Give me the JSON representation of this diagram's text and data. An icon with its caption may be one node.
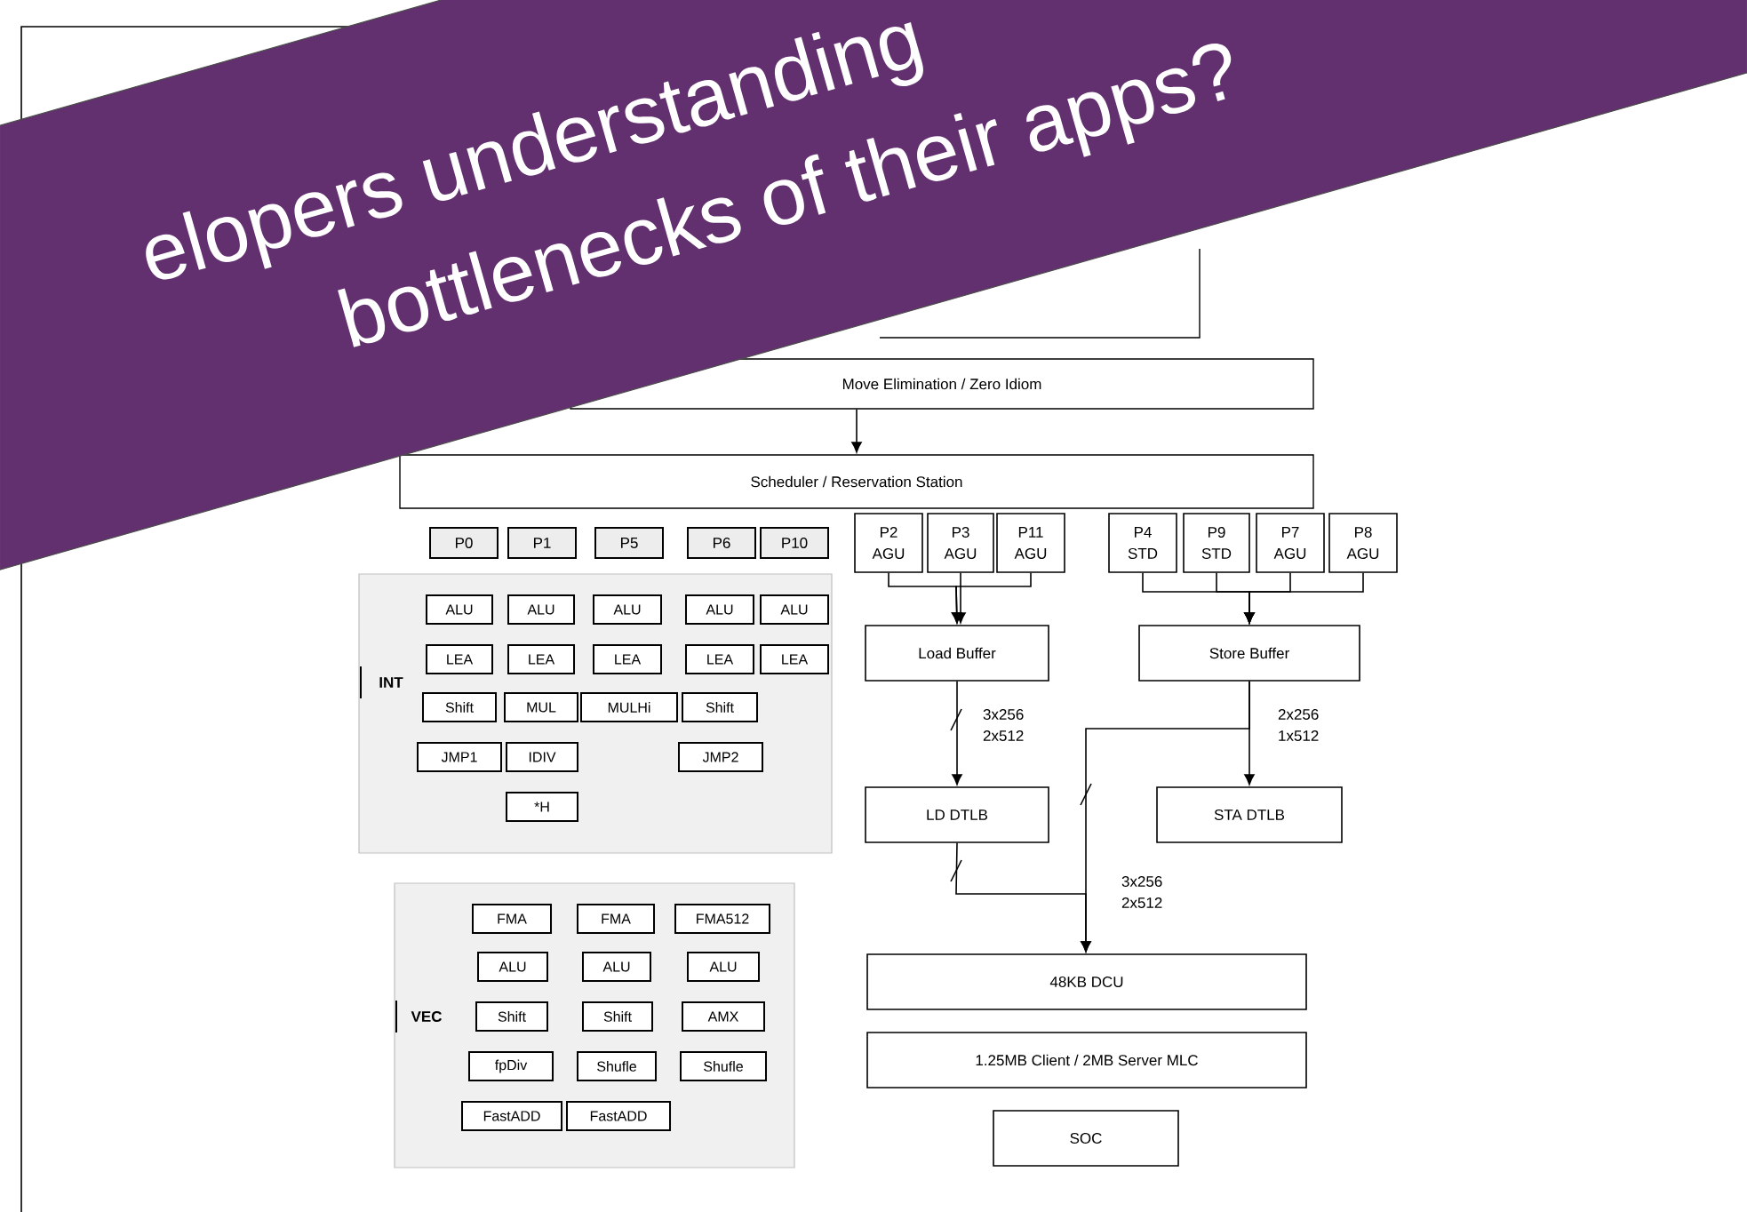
{
  "diagram": {
    "nodes": [
      {
        "text": [
          "Move Elimination / Zero Idiom"
        ]
      },
      {
        "text": [
          "Scheduler / Reservation Station"
        ]
      },
      {
        "text": [
          "P0"
        ]
      },
      {
        "text": [
          "P1"
        ]
      },
      {
        "text": [
          "P5"
        ]
      },
      {
        "text": [
          "P6"
        ]
      },
      {
        "text": [
          "P10"
        ]
      },
      {
        "text": [
          "P2 AGU"
        ]
      },
      {
        "text": [
          "P3 AGU"
        ]
      },
      {
        "text": [
          "P11 AGU"
        ]
      },
      {
        "text": [
          "P4 STD"
        ]
      },
      {
        "text": [
          "P9 STD"
        ]
      },
      {
        "text": [
          "P7 AGU"
        ]
      },
      {
        "text": [
          "P8 AGU"
        ]
      },
      {
        "text": [
          "INT"
        ]
      },
      {
        "text": [
          "ALU"
        ],
        "in": 14
      },
      {
        "text": [
          "ALU"
        ],
        "in": 14
      },
      {
        "text": [
          "ALU"
        ],
        "in": 14
      },
      {
        "text": [
          "ALU"
        ],
        "in": 14
      },
      {
        "text": [
          "ALU"
        ],
        "in": 14
      },
      {
        "text": [
          "LEA"
        ],
        "in": 14
      },
      {
        "text": [
          "LEA"
        ],
        "in": 14
      },
      {
        "text": [
          "LEA"
        ],
        "in": 14
      },
      {
        "text": [
          "LEA"
        ],
        "in": 14
      },
      {
        "text": [
          "LEA"
        ],
        "in": 14
      },
      {
        "text": [
          "Shift"
        ],
        "in": 14
      },
      {
        "text": [
          "MUL"
        ],
        "in": 14
      },
      {
        "text": [
          "MULHi"
        ],
        "in": 14
      },
      {
        "text": [
          "Shift"
        ],
        "in": 14
      },
      {
        "text": [
          "JMP1"
        ],
        "in": 14
      },
      {
        "text": [
          "IDIV"
        ],
        "in": 14
      },
      {
        "text": [
          "JMP2"
        ],
        "in": 14
      },
      {
        "text": [
          "*H"
        ],
        "in": 14
      },
      {
        "text": [
          "VEC"
        ]
      },
      {
        "text": [
          "FMA"
        ],
        "in": 33
      },
      {
        "text": [
          "FMA"
        ],
        "in": 33
      },
      {
        "text": [
          "FMA512"
        ],
        "in": 33
      },
      {
        "text": [
          "ALU"
        ],
        "in": 33
      },
      {
        "text": [
          "ALU"
        ],
        "in": 33
      },
      {
        "text": [
          "ALU"
        ],
        "in": 33
      },
      {
        "text": [
          "Shift"
        ],
        "in": 33
      },
      {
        "text": [
          "Shift"
        ],
        "in": 33
      },
      {
        "text": [
          "AMX"
        ],
        "in": 33
      },
      {
        "text": [
          "fpDiv"
        ],
        "in": 33
      },
      {
        "text": [
          "Shufle"
        ],
        "in": 33
      },
      {
        "text": [
          "Shufle"
        ],
        "in": 33
      },
      {
        "text": [
          "FastADD"
        ],
        "in": 33
      },
      {
        "text": [
          "FastADD"
        ],
        "in": 33
      },
      {
        "text": [
          "Load Buffer"
        ]
      },
      {
        "text": [
          "Store Buffer"
        ]
      },
      {
        "text": [
          "LD DTLB"
        ]
      },
      {
        "text": [
          "STA DTLB"
        ]
      },
      {
        "text": [
          "48KB DCU"
        ]
      },
      {
        "text": [
          "1.25MB Client / 2MB Server MLC"
        ]
      },
      {
        "text": [
          "SOC"
        ]
      }
    ],
    "edges": [
      {
        "from": 0,
        "to": 1,
        "arrow": "to"
      },
      {
        "from": 7,
        "to": 48,
        "arrow": "to"
      },
      {
        "from": 8,
        "to": 48,
        "arrow": "to"
      },
      {
        "from": 9,
        "to": 48,
        "arrow": "to"
      },
      {
        "from": 10,
        "to": 49,
        "arrow": "to"
      },
      {
        "from": 11,
        "to": 49,
        "arrow": "to"
      },
      {
        "from": 12,
        "to": 49,
        "arrow": "to"
      },
      {
        "from": 13,
        "to": 49,
        "arrow": "to"
      },
      {
        "from": 48,
        "to": 50,
        "arrow": "to",
        "label": "3x256 2x512"
      },
      {
        "from": 49,
        "to": 51,
        "arrow": "to",
        "label": "2x256 1x512"
      },
      {
        "from": 49,
        "to": 52,
        "arrow": "to"
      },
      {
        "from": 50,
        "to": 52,
        "arrow": "to",
        "label": "3x256 2x512"
      }
    ],
    "labels": [
      "elopers understanding",
      "bottlenecks of their apps?"
    ]
  }
}
